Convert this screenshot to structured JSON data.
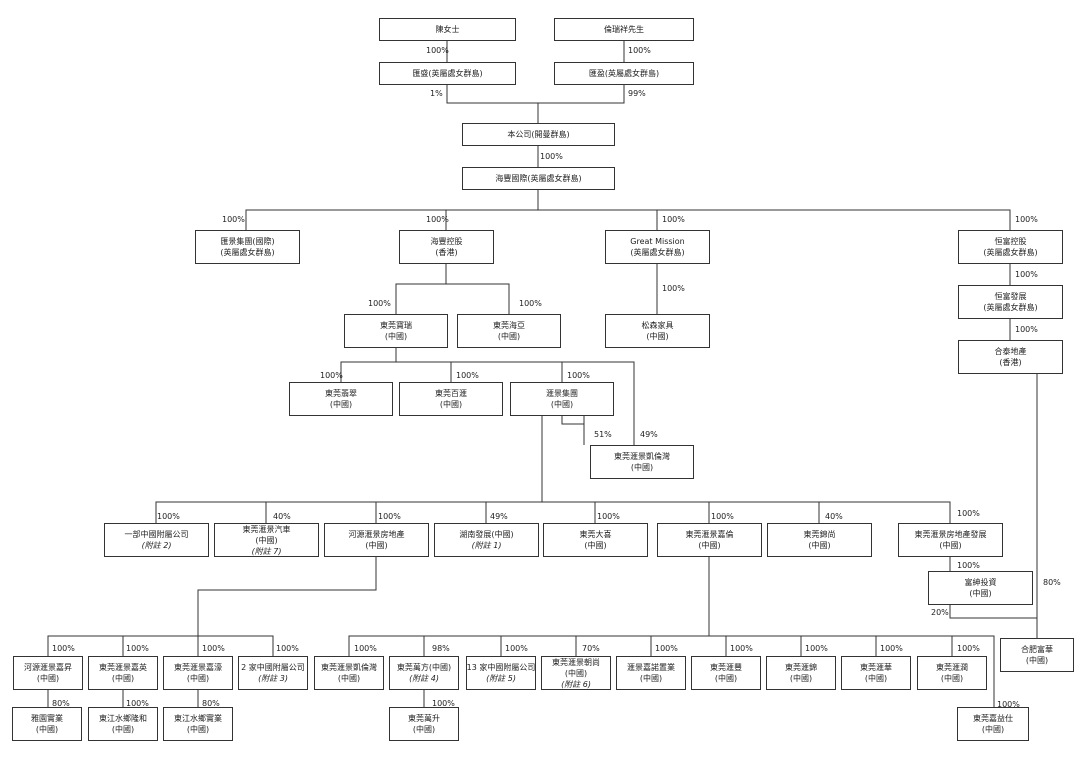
{
  "entities": {
    "chen": [
      "陳女士"
    ],
    "lun": [
      "倫瑞祥先生"
    ],
    "huisheng": [
      "匯盛(英屬處女群島)"
    ],
    "huiying": [
      "匯盈(英屬處女群島)"
    ],
    "company": [
      "本公司(開曼群島)"
    ],
    "haifeng_intl": [
      "海豐國際(英屬處女群島)"
    ],
    "huijing_group_intl": [
      "匯景集團(國際)",
      "(英屬處女群島)"
    ],
    "haifeng_holdings": [
      "海豐控股",
      "(香港)"
    ],
    "great_mission": [
      "Great Mission",
      "(英屬處女群島)"
    ],
    "hengfu_holdings": [
      "恒富控股",
      "(英屬處女群島)"
    ],
    "hengfu_dev": [
      "恒富發展",
      "(英屬處女群島)"
    ],
    "hetai": [
      "合泰地產",
      "(香港)"
    ],
    "dg_baorui": [
      "東莞寶瑞",
      "(中國)"
    ],
    "dg_haiya": [
      "東莞海亞",
      "(中國)"
    ],
    "songsen": [
      "松森家具",
      "(中國)"
    ],
    "dg_feicui": [
      "東莞翡翠",
      "(中國)"
    ],
    "dg_baihui": [
      "東莞百滙",
      "(中國)"
    ],
    "huijing_group": [
      "滙景集團",
      "(中國)"
    ],
    "dg_kailun_wan": [
      "東莞滙景凱倫灣",
      "(中國)"
    ],
    "sub_one": [
      "一部中國附屬公司",
      "(附註 2)"
    ],
    "dg_auto": [
      "東莞滙景汽車",
      "(中國)",
      "(附註 7)"
    ],
    "heyuan_re": [
      "河源滙景房地產",
      "(中國)"
    ],
    "hunan": [
      "湖南發展(中國)",
      "(附註 1)"
    ],
    "dg_daxi": [
      "東莞大喜",
      "(中國)"
    ],
    "dg_jialun": [
      "東莞滙景嘉倫",
      "(中國)"
    ],
    "dg_jingshang": [
      "東莞錦尚",
      "(中國)"
    ],
    "dg_re_dev": [
      "東莞滙景房地產發展",
      "(中國)"
    ],
    "fushen": [
      "富紳投資",
      "(中國)"
    ],
    "hefei": [
      "合肥富華",
      "(中國)"
    ],
    "hy_jiasheng": [
      "河源滙景嘉昇",
      "(中國)"
    ],
    "dg_jiaying": [
      "東莞滙景嘉英",
      "(中國)"
    ],
    "dg_jiahao": [
      "東莞滙景嘉濠",
      "(中國)"
    ],
    "two_subs": [
      "2 家中國附屬公司",
      "(附註 3)"
    ],
    "dg_kailunwan2": [
      "東莞滙景凱倫灣",
      "(中國)"
    ],
    "dg_wanfang": [
      "東莞萬方(中國)",
      "(附註 4)"
    ],
    "thirteen_subs": [
      "13 家中國附屬公司",
      "(附註 5)"
    ],
    "dg_chaoyang": [
      "東莞滙景朝尚",
      "(中國)",
      "(附註 6)"
    ],
    "huijing_jianuo": [
      "滙景嘉諾置業",
      "(中國)"
    ],
    "dg_huifeng": [
      "東莞滙豐",
      "(中國)"
    ],
    "dg_huijing": [
      "東莞滙錦",
      "(中國)"
    ],
    "dg_huihua": [
      "東莞滙華",
      "(中國)"
    ],
    "dg_huirun": [
      "東莞滙潤",
      "(中國)"
    ],
    "dg_jiayishi": [
      "東莞嘉益仕",
      "(中國)"
    ],
    "yayuan": [
      "雅園實業",
      "(中國)"
    ],
    "djs_longhe": [
      "東江水鄉隆和",
      "(中國)"
    ],
    "djs_shiye": [
      "東江水鄉實業",
      "(中國)"
    ],
    "dg_wansheng": [
      "東莞萬升",
      "(中國)"
    ]
  },
  "labels": {
    "p100": "100%",
    "p1": "1%",
    "p99": "99%",
    "p51": "51%",
    "p49": "49%",
    "p40": "40%",
    "p80": "80%",
    "p20": "20%",
    "p98": "98%",
    "p70": "70%"
  }
}
